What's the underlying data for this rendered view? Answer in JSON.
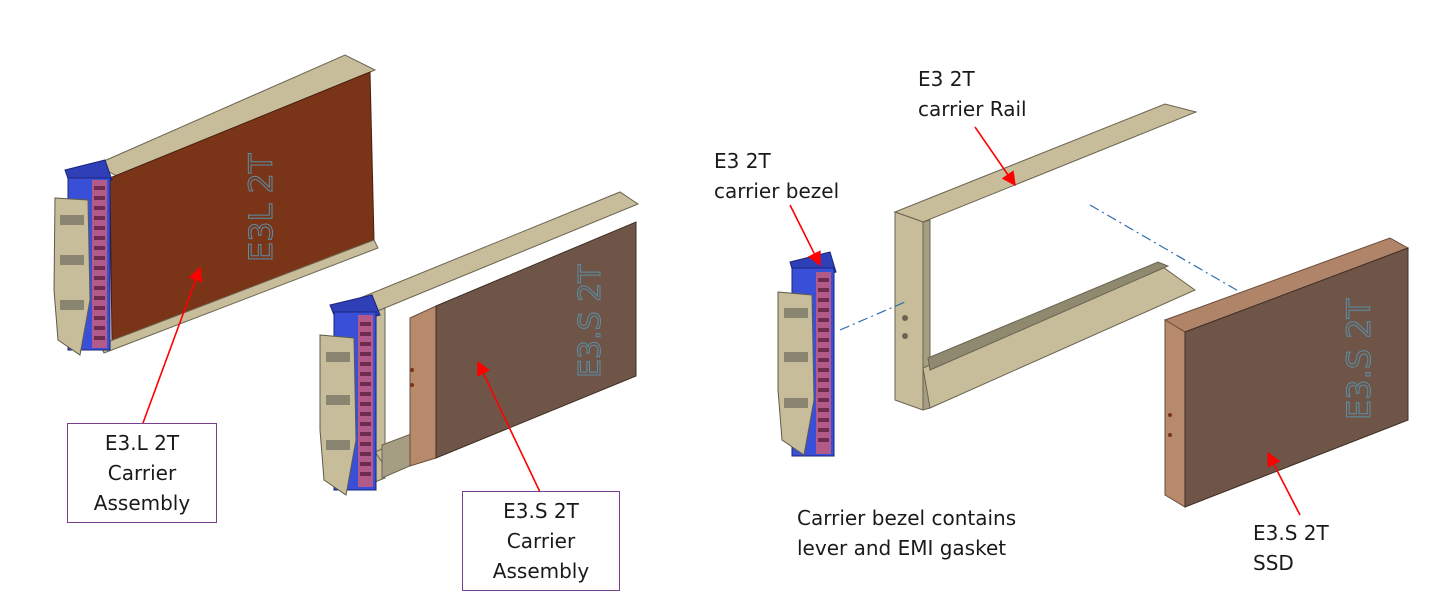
{
  "drive_text": {
    "e3l_2t": "E3L 2T",
    "e3s_2t_carrier": "E3.S 2T",
    "e3s_2t_ssd": "E3.S 2T"
  },
  "callouts": {
    "e3l_assembly": [
      "E3.L 2T",
      "Carrier",
      "Assembly"
    ],
    "e3s_assembly": [
      "E3.S 2T",
      "Carrier",
      "Assembly"
    ],
    "carrier_rail": [
      "E3 2T",
      "carrier Rail"
    ],
    "carrier_bezel": [
      "E3 2T",
      "carrier bezel"
    ],
    "bezel_note": [
      "Carrier bezel contains",
      "lever and EMI gasket"
    ],
    "ssd": [
      "E3.S 2T",
      "SSD"
    ]
  },
  "colors": {
    "bezel_blue": "#3a4fd8",
    "rail_tan": "#c7bd9b",
    "e3l_drive": "#7a3418",
    "e3s_drive": "#6e5547",
    "e3s_drive_front": "#b78a6c",
    "arrow": "#ff0000",
    "box_border": "#7a3f8f",
    "drive_text": "#5b8fa8",
    "axis_line": "#2f6fb0"
  }
}
